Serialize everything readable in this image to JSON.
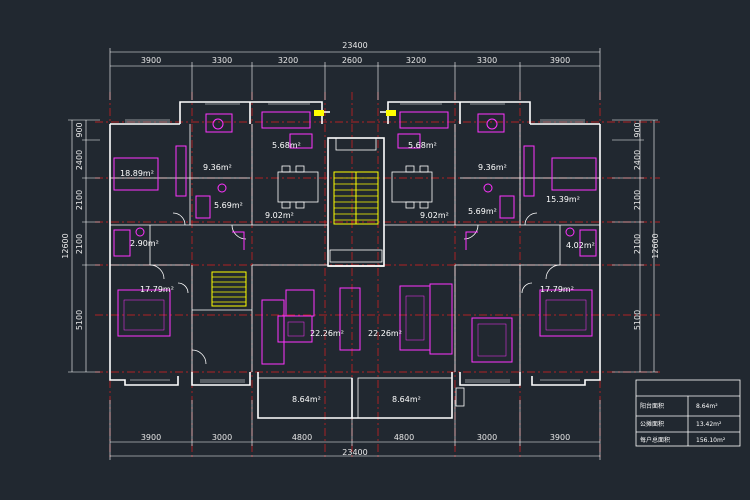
{
  "dimensions": {
    "top_total": "23400",
    "top_segments": [
      "3900",
      "3300",
      "3200",
      "2600",
      "3200",
      "3300",
      "3900"
    ],
    "bottom_segments": [
      "3900",
      "3000",
      "4800",
      "4800",
      "3000",
      "3900"
    ],
    "bottom_total": "23400",
    "left_segments": [
      "900",
      "2400",
      "2100",
      "2100",
      "5100"
    ],
    "left_total": "12600",
    "right_segments": [
      "900",
      "2400",
      "2100",
      "2100",
      "5100"
    ],
    "right_total": "12600"
  },
  "room_areas": {
    "bedroom_top_left": "18.89m²",
    "bath_left": "9.36m²",
    "toilet_left": "5.69m²",
    "kitchen_left": "5.68m²",
    "dining_left": "9.02m²",
    "wc_left": "2.90m²",
    "bedroom_bottom_left": "17.79m²",
    "living_left": "22.26m²",
    "balcony_left": "8.64m²",
    "kitchen_right": "5.68m²",
    "bath_right": "9.36m²",
    "dining_right": "9.02m²",
    "toilet_right": "5.69m²",
    "bedroom_top_right": "15.39m²",
    "wc_right": "4.02m²",
    "bedroom_bottom_right": "17.79m²",
    "living_right": "22.26m²",
    "balcony_right": "8.64m²"
  },
  "legend": {
    "rows": [
      {
        "label": "阳台面积",
        "value": "8.64m²"
      },
      {
        "label": "公摊面积",
        "value": "13.42m²"
      },
      {
        "label": "每户总面积",
        "value": "156.10m²"
      }
    ]
  },
  "colors": {
    "background": "#212830",
    "walls": "#ffffff",
    "axis": "#e02020",
    "furniture": "#ff33ff",
    "stairs": "#ffff00"
  }
}
